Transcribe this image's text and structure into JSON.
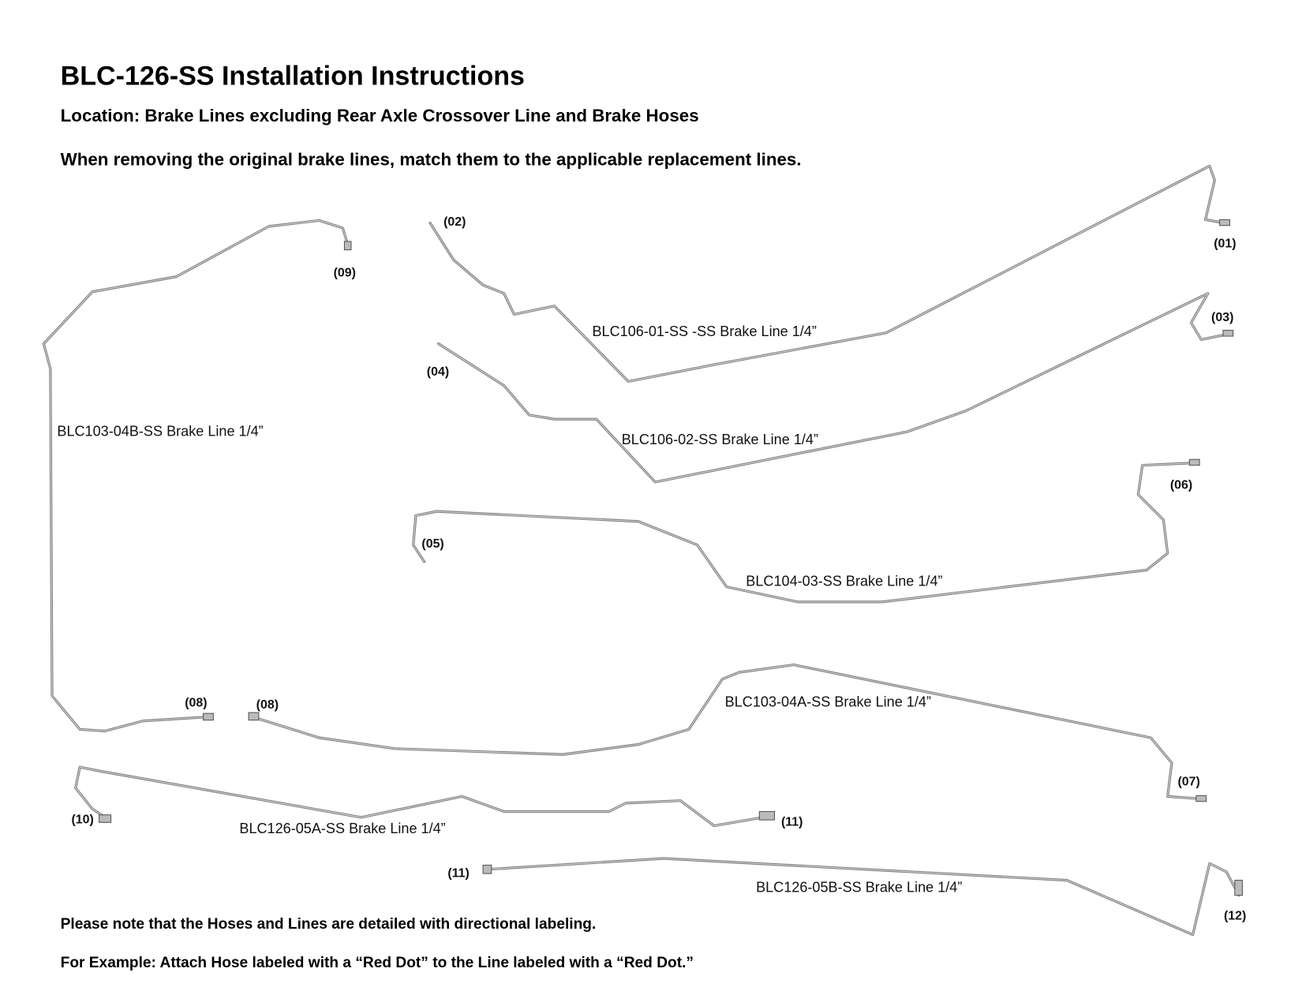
{
  "header": {
    "title": "BLC-126-SS Installation Instructions",
    "location": "Location: Brake Lines excluding Rear Axle Crossover Line and Brake Hoses",
    "instruction": "When removing the original brake lines, match them to the applicable replacement lines."
  },
  "lines": {
    "blc106_01": "BLC106-01-SS -SS Brake Line 1/4”",
    "blc106_02": "BLC106-02-SS Brake Line 1/4”",
    "blc103_04b": "BLC103-04B-SS Brake Line 1/4”",
    "blc104_03": "BLC104-03-SS Brake Line 1/4”",
    "blc103_04a": "BLC103-04A-SS Brake Line 1/4”",
    "blc126_05a": "BLC126-05A-SS Brake Line 1/4”",
    "blc126_05b": "BLC126-05B-SS Brake Line 1/4”"
  },
  "callouts": {
    "c01": "(01)",
    "c02": "(02)",
    "c03": "(03)",
    "c04": "(04)",
    "c05": "(05)",
    "c06": "(06)",
    "c07": "(07)",
    "c08a": "(08)",
    "c08b": "(08)",
    "c09": "(09)",
    "c10": "(10)",
    "c11a": "(11)",
    "c11b": "(11)",
    "c12": "(12)"
  },
  "notes": {
    "directional": "Please note that the Hoses and Lines are detailed with directional labeling.",
    "example": "For Example: Attach Hose labeled with a “Red Dot” to the Line labeled with a “Red Dot.”"
  }
}
